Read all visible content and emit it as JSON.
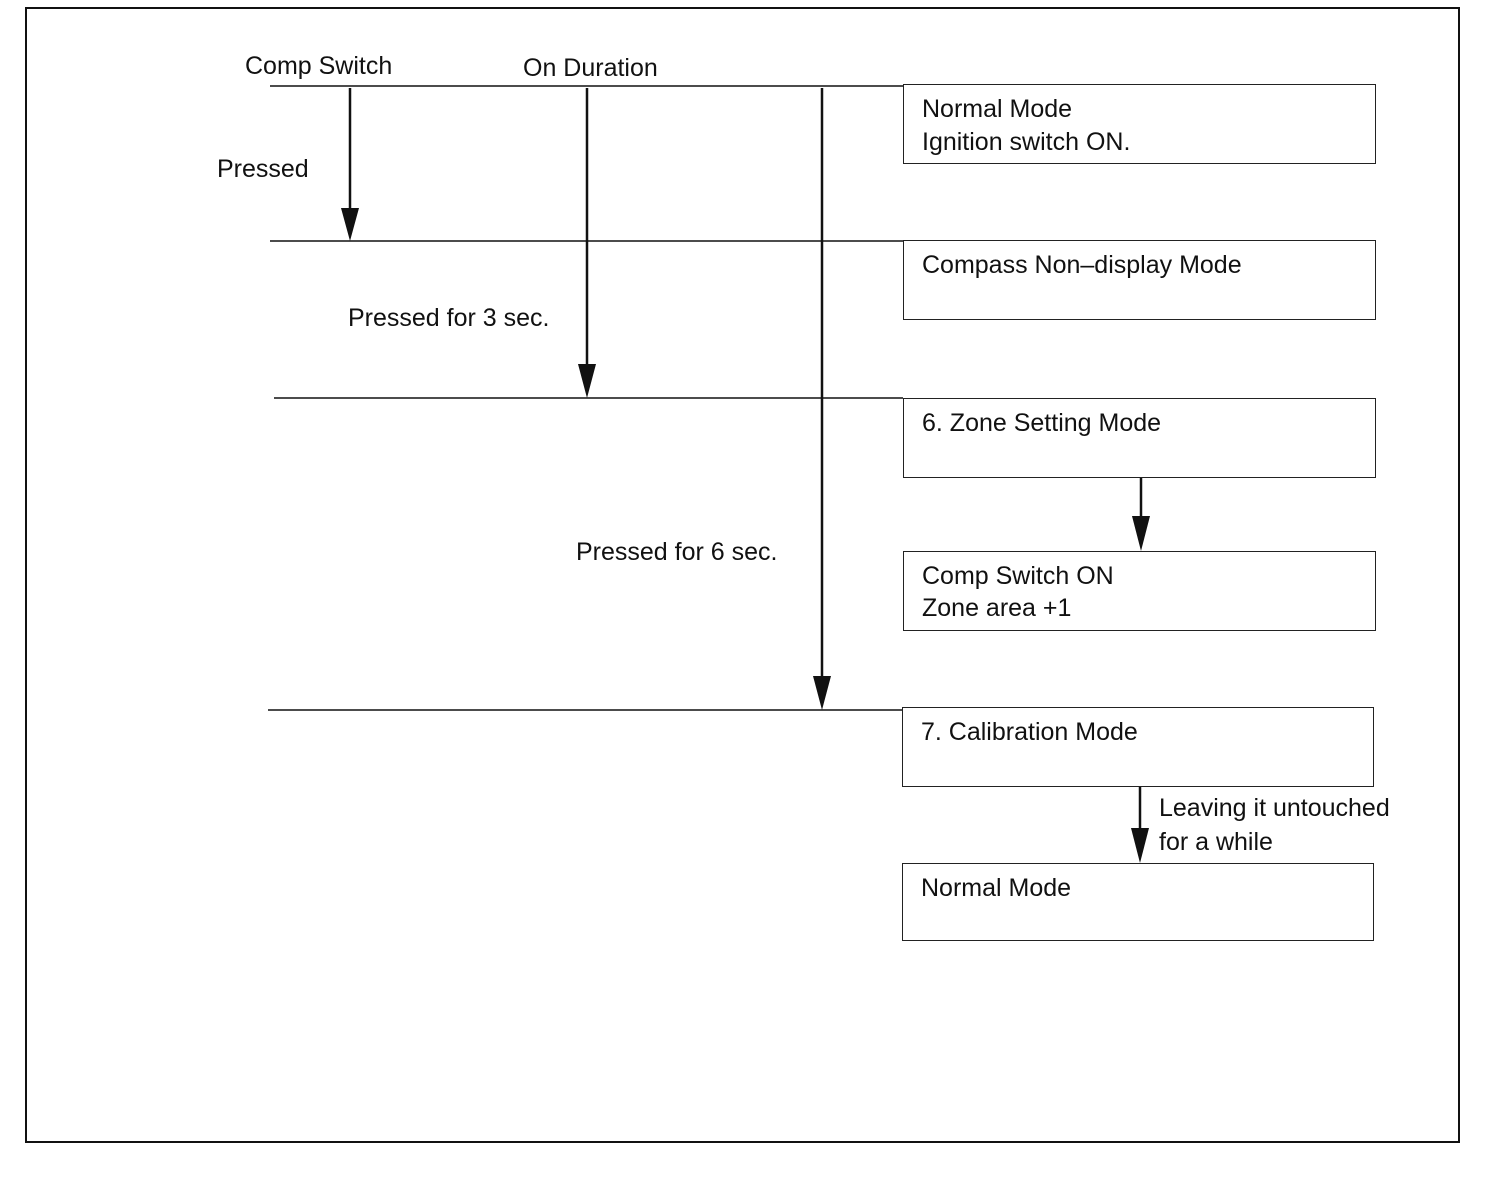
{
  "headers": {
    "comp_switch": "Comp Switch",
    "on_duration": "On Duration"
  },
  "transitions": {
    "pressed": "Pressed",
    "pressed_3": "Pressed for 3 sec.",
    "pressed_6": "Pressed for 6 sec.",
    "leaving": [
      "Leaving it untouched",
      "for a while"
    ]
  },
  "modes": [
    {
      "lines": [
        "Normal Mode",
        "Ignition switch ON."
      ]
    },
    {
      "lines": [
        "Compass Non–display Mode"
      ]
    },
    {
      "lines": [
        "6. Zone Setting Mode"
      ]
    },
    {
      "lines": [
        "Comp Switch ON",
        "Zone area +1"
      ]
    },
    {
      "lines": [
        "7. Calibration Mode"
      ]
    },
    {
      "lines": [
        "Normal Mode"
      ]
    }
  ]
}
